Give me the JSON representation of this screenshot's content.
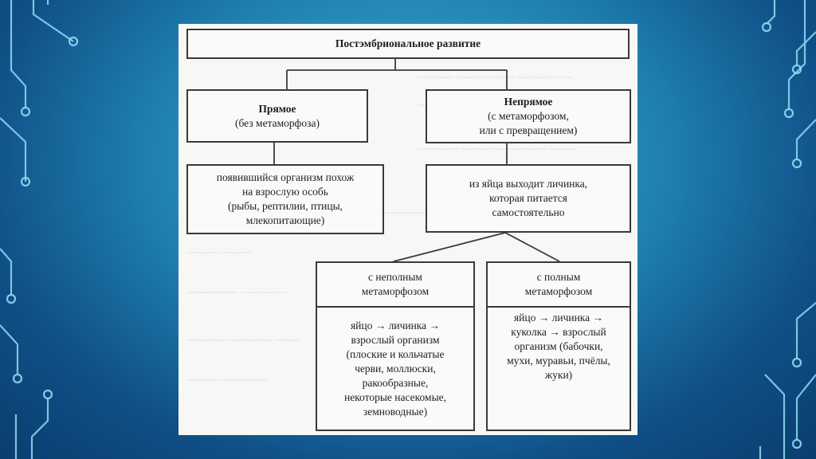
{
  "diagram": {
    "root": "Постэмбриональное развитие",
    "direct": {
      "title": "Прямое",
      "subtitle": "(без метаморфоза)",
      "desc": [
        "появившийся организм похож",
        "на взрослую особь",
        "(рыбы, рептилии, птицы,",
        "млекопитающие)"
      ]
    },
    "indirect": {
      "title": "Непрямое",
      "subtitle": [
        "(с метаморфозом,",
        "или с превращением)"
      ],
      "desc": [
        "из яйца выходит личинка,",
        "которая питается",
        "самостоятельно"
      ]
    },
    "incomplete": {
      "title": [
        "с неполным",
        "метаморфозом"
      ],
      "desc": [
        "яйцо → личинка →",
        "взрослый организм",
        "(плоские и кольчатые",
        "черви, моллюски,",
        "ракообразные,",
        "некоторые насекомые,",
        "земноводные)"
      ]
    },
    "complete": {
      "title": [
        "с полным",
        "метаморфозом"
      ],
      "desc": [
        "яйцо → личинка →",
        "куколка → взрослый",
        "организм (бабочки,",
        "мухи, муравьи, пчёлы,",
        "жуки)"
      ]
    }
  },
  "colors": {
    "line": "#3a3a3a",
    "page": "#f7f7f5",
    "accent": "#7fd8f0"
  }
}
